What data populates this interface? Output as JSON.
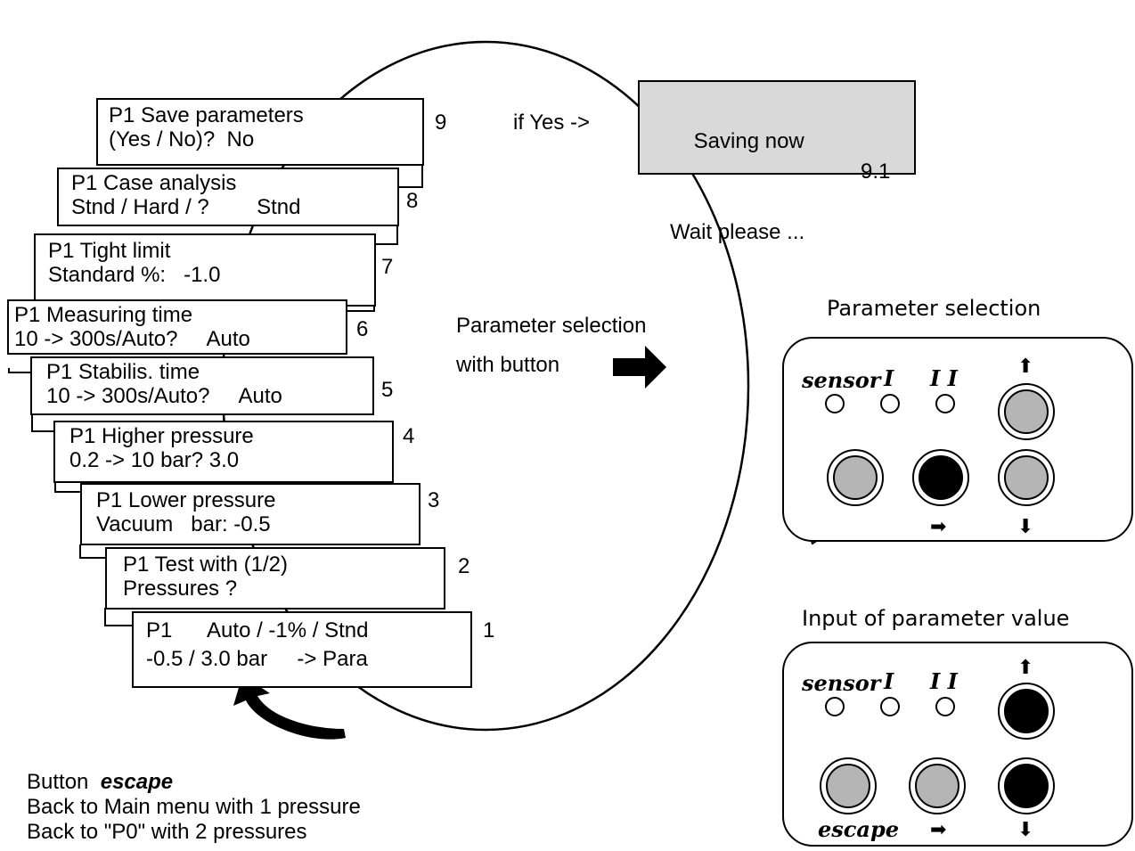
{
  "menu_screens": [
    {
      "id": 9,
      "line1": "P1 Save parameters",
      "line2": "(Yes / No)?  No",
      "number": "9"
    },
    {
      "id": 8,
      "line1": "P1 Case analysis",
      "line2": "Stnd / Hard / ?        Stnd",
      "number": "8"
    },
    {
      "id": 7,
      "line1": "P1 Tight limit",
      "line2": "Standard %:   -1.0",
      "number": "7"
    },
    {
      "id": 6,
      "line1": "P1 Measuring time",
      "line2": "10 -> 300s/Auto?     Auto",
      "number": "6"
    },
    {
      "id": 5,
      "line1": "P1 Stabilis. time",
      "line2": "10 -> 300s/Auto?     Auto",
      "number": "5"
    },
    {
      "id": 4,
      "line1": "P1 Higher pressure",
      "line2": "0.2 -> 10 bar? 3.0",
      "number": "4"
    },
    {
      "id": 3,
      "line1": "P1 Lower pressure",
      "line2": "Vacuum   bar: -0.5",
      "number": "3"
    },
    {
      "id": 2,
      "line1": "P1 Test with (1/2)",
      "line2": "Pressures ?",
      "number": "2"
    },
    {
      "id": 1,
      "line1": "P1      Auto / -1% / Stnd",
      "line2": "-0.5 / 3.0 bar     -> Para",
      "number": "1"
    }
  ],
  "if_yes_label": "if Yes ->",
  "saving_screen": {
    "line1": "Saving now",
    "value": "9.1",
    "line2": "Wait please ...",
    "background": "#d9d9d9"
  },
  "parameter_selection_note": {
    "line1": "Parameter selection",
    "line2": "with button"
  },
  "escape_note": {
    "prefix": "Button  ",
    "button": "escape",
    "line2": "Back to Main menu with 1 pressure",
    "line3": "Back to \"P0\" with 2 pressures"
  },
  "panels": {
    "selection": {
      "title": "Parameter selection",
      "label_sensor": "sensor",
      "label_i": "I",
      "label_ii": "I I",
      "up_arrow_icon": "up-arrow-icon",
      "down_arrow_icon": "down-arrow-icon",
      "right_arrow_icon": "right-arrow-icon",
      "pressed_button": "right-button"
    },
    "input": {
      "title": "Input of parameter value",
      "label_sensor": "sensor",
      "label_i": "I",
      "label_ii": "I I",
      "label_escape": "escape",
      "pressed_buttons": [
        "up-button",
        "down-button"
      ]
    }
  },
  "colors": {
    "button_fill": "#b5b5b5",
    "button_pressed": "#000000",
    "saving_bg": "#d9d9d9"
  }
}
